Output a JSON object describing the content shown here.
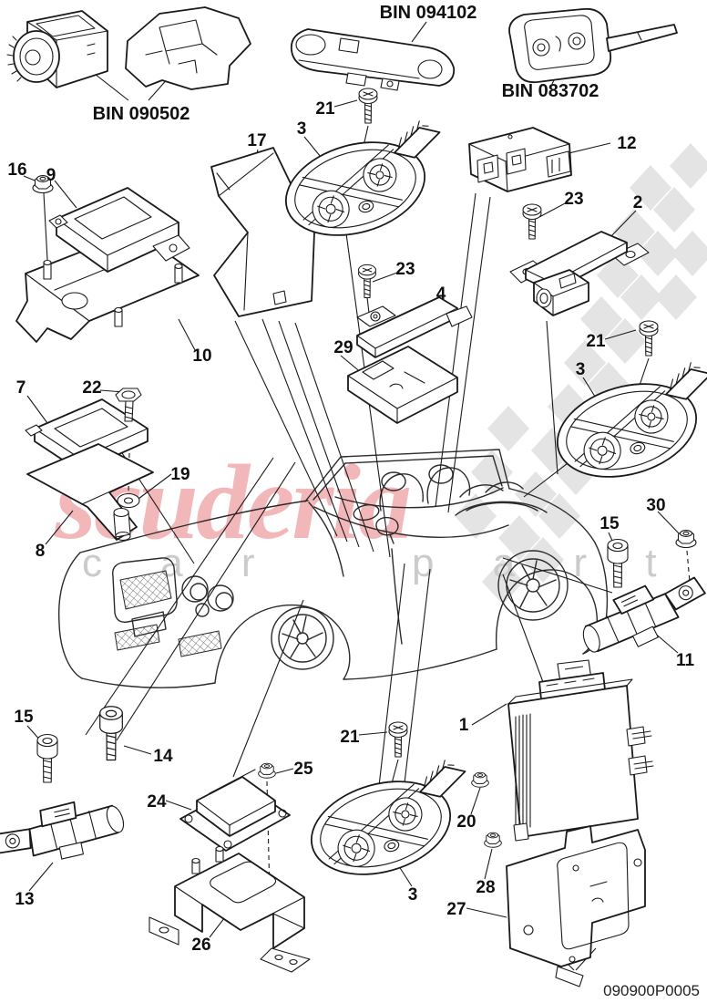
{
  "diagram": {
    "bin_labels": [
      "BIN 090502",
      "BIN 094102",
      "BIN 083702"
    ],
    "doc_number": "090900P0005",
    "watermark": {
      "brand": "scuderia",
      "sub_left": "c a r",
      "sub_right": "p a r t s"
    },
    "callouts": [
      "16",
      "9",
      "17",
      "3",
      "21",
      "12",
      "23",
      "2",
      "23",
      "4",
      "29",
      "21",
      "3",
      "10",
      "7",
      "22",
      "19",
      "8",
      "30",
      "15",
      "11",
      "15",
      "14",
      "21",
      "1",
      "25",
      "24",
      "20",
      "3",
      "13",
      "26",
      "28",
      "27"
    ]
  }
}
